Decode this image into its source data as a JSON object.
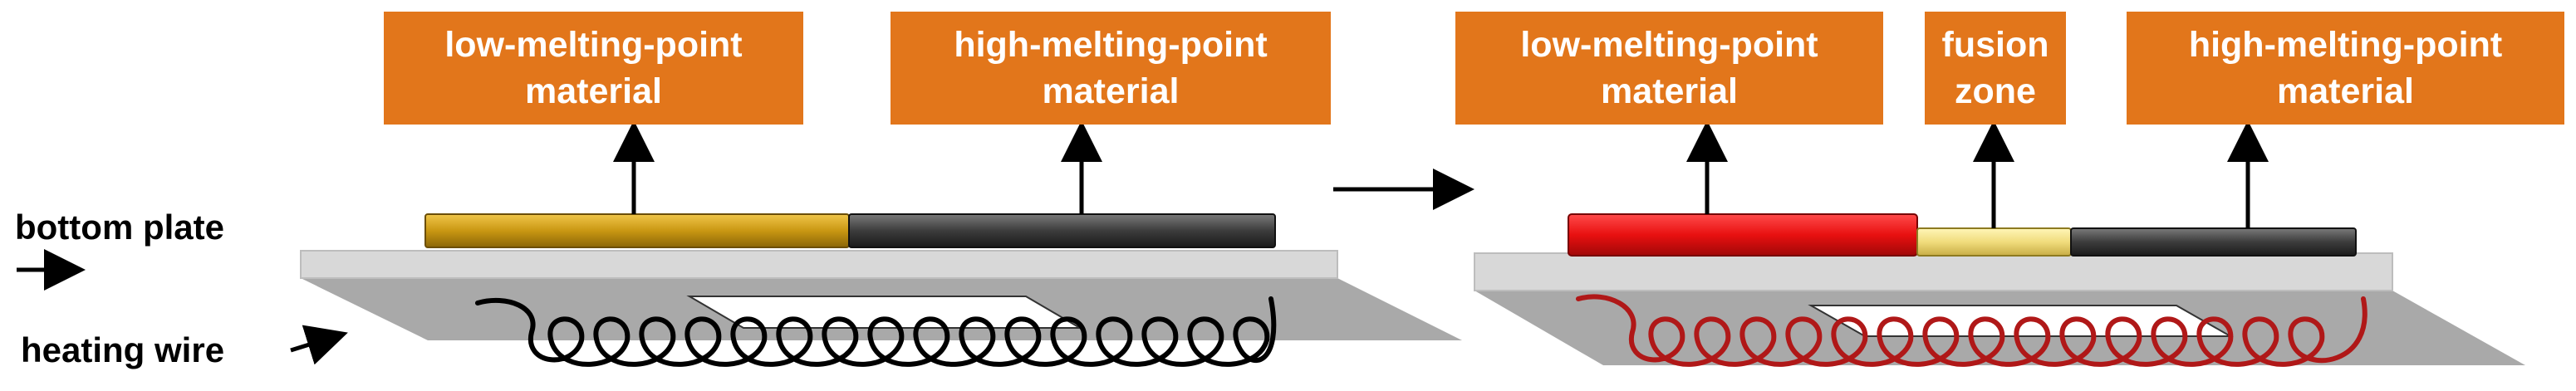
{
  "panels": {
    "left": {
      "labels": {
        "low_melting": {
          "line1": "low-melting-point",
          "line2": "material"
        },
        "high_melting": {
          "line1": "high-melting-point",
          "line2": "material"
        }
      },
      "side_labels": {
        "bottom_plate": "bottom plate",
        "heating_wire": "heating wire"
      },
      "wire_color": "#000000",
      "strip_colors": {
        "low": "#d4a017",
        "high": "#4a4a4a"
      }
    },
    "right": {
      "labels": {
        "low_melting": {
          "line1": "low-melting-point",
          "line2": "material"
        },
        "fusion_zone": {
          "line1": "fusion",
          "line2": "zone"
        },
        "high_melting": {
          "line1": "high-melting-point",
          "line2": "material"
        }
      },
      "wire_color": "#b01818",
      "strip_colors": {
        "low": "#e81c1c",
        "fusion": "#f3e38a",
        "high": "#4a4a4a"
      }
    }
  },
  "colors": {
    "label_bg": "#e2761b",
    "plate_top": "#d6d6d6",
    "plate_side": "#a9a9a9"
  },
  "transition_arrow": "right-arrow"
}
